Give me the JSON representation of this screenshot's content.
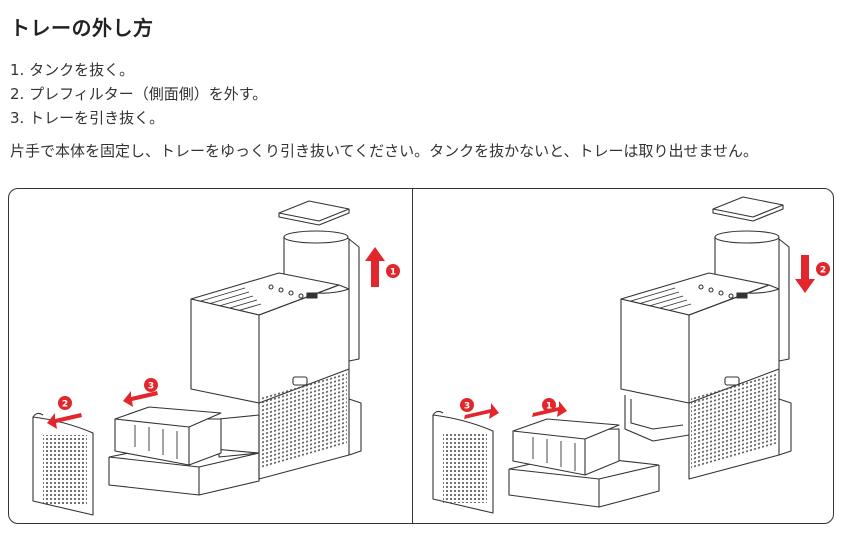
{
  "title": "トレーの外し方",
  "steps": [
    "1. タンクを抜く。",
    "2. プレフィルター（側面側）を外す。",
    "3. トレーを引き抜く。"
  ],
  "note": "片手で本体を固定し、トレーをゆっくり引き抜いてください。タンクを抜かないと、トレーは取り出せません。",
  "markers": {
    "left": [
      "1",
      "2",
      "3"
    ],
    "right": [
      "2",
      "3",
      "1"
    ]
  },
  "colors": {
    "accent": "#e3262b",
    "line": "#333333"
  }
}
